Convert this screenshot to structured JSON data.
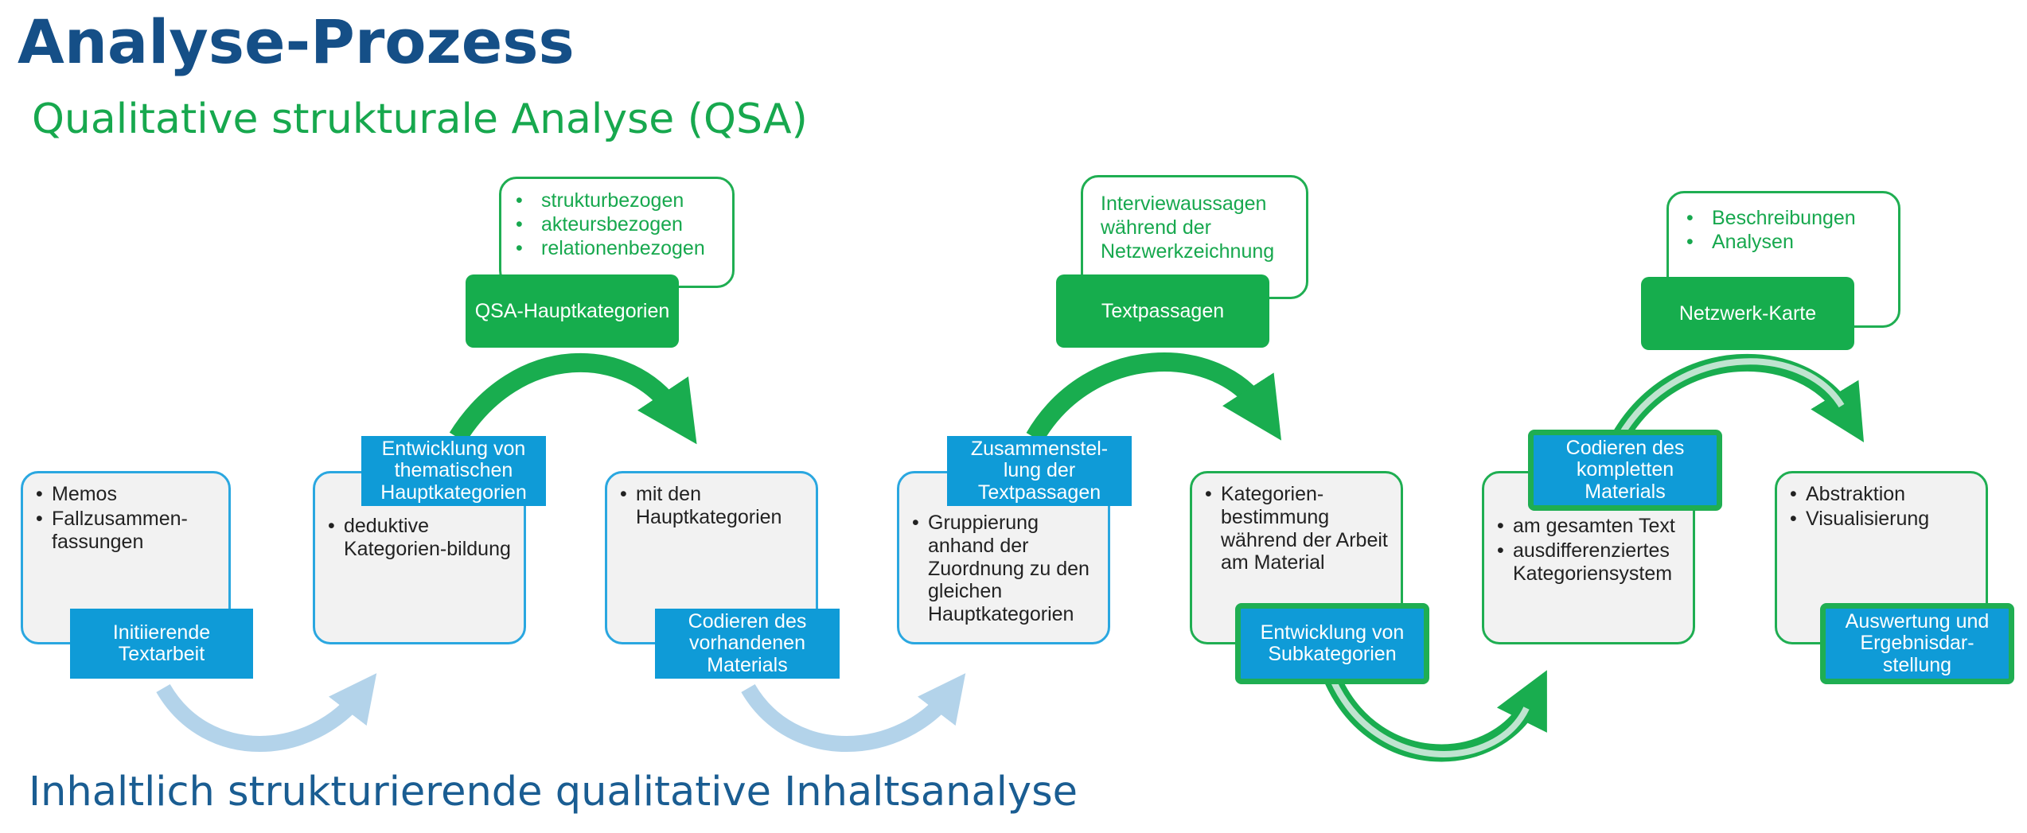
{
  "title": "Analyse-Prozess",
  "subtitle": "Qualitative strukturale Analyse (QSA)",
  "footer": "Inhaltlich strukturierende qualitative Inhaltsanalyse",
  "colors": {
    "title": "#154f87",
    "qsa_green": "#17a84e",
    "step_blue": "#0f9bd7",
    "light_arrow": "#b3d3ea",
    "footer_blue": "#1a5d92"
  },
  "steps": [
    {
      "label": "Initiierende Textarbeit",
      "items": [
        "Memos",
        "Fallzusammen-fassungen"
      ]
    },
    {
      "label": "Entwicklung von thematischen Hauptkategorien",
      "items": [
        "deduktive Kategorien-bildung"
      ]
    },
    {
      "label": "Codieren des vorhandenen Materials",
      "items": [
        "mit den Hauptkategorien"
      ]
    },
    {
      "label": "Zusammenstel-lung der Textpassagen",
      "items": [
        "Gruppierung anhand der Zuordnung zu den gleichen Hauptkategorien"
      ]
    },
    {
      "label": "Entwicklung von Subkategorien",
      "items": [
        "Kategorien-bestimmung während der Arbeit am Material"
      ]
    },
    {
      "label": "Codieren des kompletten Materials",
      "items": [
        "am gesamten Text",
        "ausdifferenziertes Kategoriensystem"
      ]
    },
    {
      "label": "Auswertung und Ergebnisdar-stellung",
      "items": [
        "Abstraktion",
        "Visualisierung"
      ]
    }
  ],
  "qsa": [
    {
      "label": "QSA-Hauptkategorien",
      "items": [
        "strukturbezogen",
        "akteursbezogen",
        "relationenbezogen"
      ]
    },
    {
      "label": "Textpassagen",
      "text": "Interviewaussagen während der Netzwerkzeichnung"
    },
    {
      "label": "Netzwerk-Karte",
      "items": [
        "Beschreibungen",
        "Analysen"
      ]
    }
  ]
}
